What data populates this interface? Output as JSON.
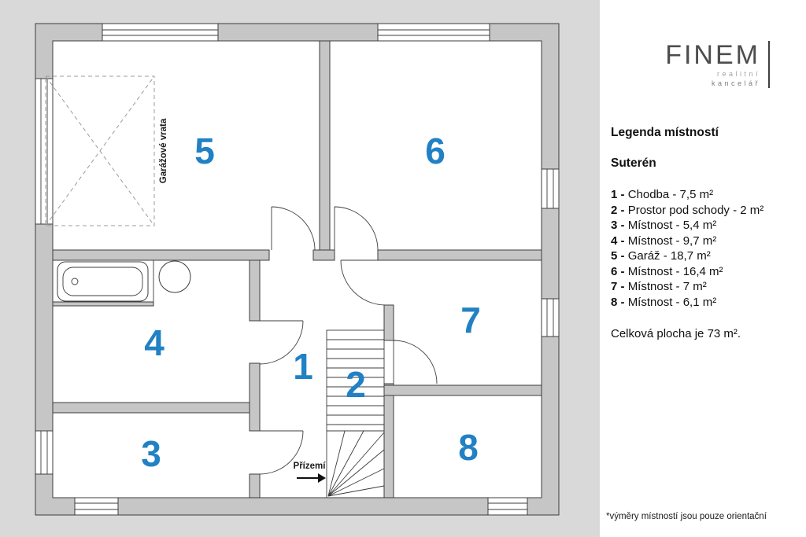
{
  "colors": {
    "background": "#d9d9d9",
    "wall_fill": "#c6c6c6",
    "wall_line": "#3c3c3c",
    "room_number_blue": "#2181c4",
    "panel_background": "#ffffff"
  },
  "logo": {
    "name": "FINEM",
    "tagline_line1": "realitní",
    "tagline_line2": "kancelář"
  },
  "floorplan": {
    "room_numbers": [
      "1",
      "2",
      "3",
      "4",
      "5",
      "6",
      "7",
      "8"
    ],
    "garage_door_label": "Garážové vrata",
    "stairs_destination_label": "Přízemí"
  },
  "legend": {
    "title": "Legenda místností",
    "section": "Suterén",
    "items": [
      {
        "prefix": "1 -",
        "label": "Chodba - 7,5 m²"
      },
      {
        "prefix": "2 -",
        "label": "Prostor pod schody - 2 m²"
      },
      {
        "prefix": "3 -",
        "label": "Místnost - 5,4 m²"
      },
      {
        "prefix": "4 -",
        "label": "Místnost - 9,7 m²"
      },
      {
        "prefix": "5 -",
        "label": "Garáž - 18,7 m²"
      },
      {
        "prefix": "6 -",
        "label": "Místnost - 16,4 m²"
      },
      {
        "prefix": "7 -",
        "label": "Místnost - 7 m²"
      },
      {
        "prefix": "8 -",
        "label": "Místnost - 6,1 m²"
      }
    ],
    "total": "Celková plocha je 73 m².",
    "footnote": "*výměry místností jsou pouze orientační"
  }
}
